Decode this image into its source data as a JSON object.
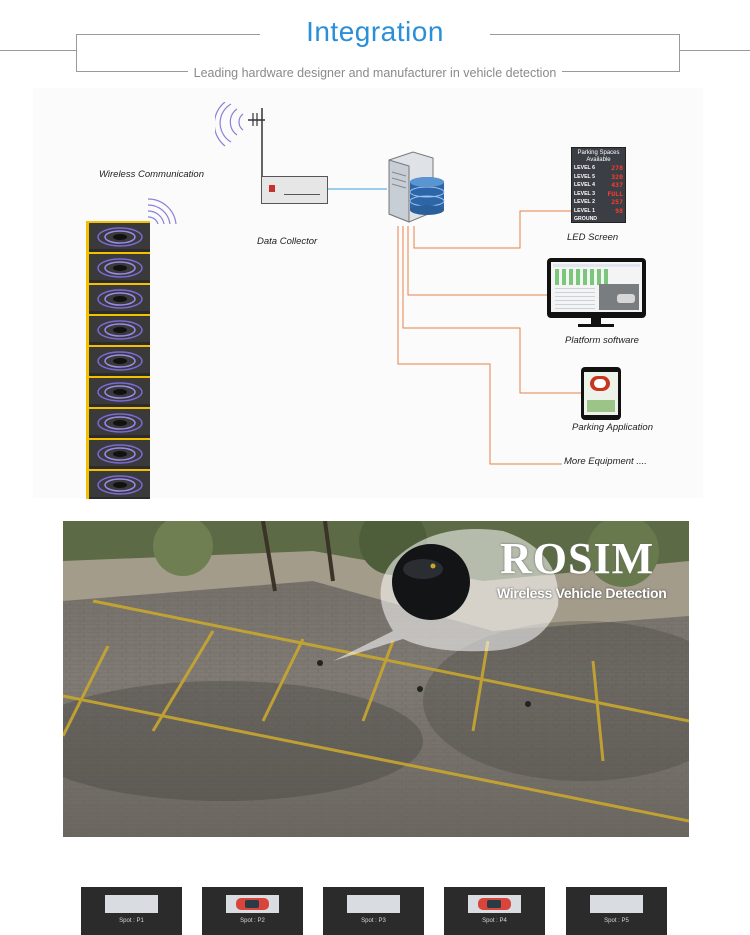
{
  "header": {
    "title": "Integration",
    "subtitle": "Leading hardware designer and manufacturer in vehicle detection"
  },
  "diagram": {
    "wireless_label": "Wireless Communication",
    "collector_label": "Data Collector",
    "led_label": "LED Screen",
    "platform_label": "Platform software",
    "app_label": "Parking Application",
    "more_label": "More Equipment ....",
    "led_sign": {
      "title_line1": "Parking Spaces",
      "title_line2": "Available",
      "rows": [
        {
          "level": "LEVEL 6",
          "value": "278"
        },
        {
          "level": "LEVEL 5",
          "value": "320"
        },
        {
          "level": "LEVEL 4",
          "value": "437"
        },
        {
          "level": "LEVEL 3",
          "value": "FULL"
        },
        {
          "level": "LEVEL 2",
          "value": "257"
        },
        {
          "level": "LEVEL 1",
          "value": "98"
        },
        {
          "level": "GROUND",
          "value": ""
        }
      ]
    },
    "colors": {
      "connector": "#e8824a",
      "wireless": "#3aa0d8",
      "sensor_border": "#f2c200"
    }
  },
  "photo": {
    "brand": "ROSIM",
    "tagline": "Wireless Vehicle Detection"
  },
  "spots": [
    {
      "label": "Spot : P1",
      "occupied": false
    },
    {
      "label": "Spot : P2",
      "occupied": true
    },
    {
      "label": "Spot : P3",
      "occupied": false
    },
    {
      "label": "Spot : P4",
      "occupied": true
    },
    {
      "label": "Spot : P5",
      "occupied": false
    }
  ]
}
